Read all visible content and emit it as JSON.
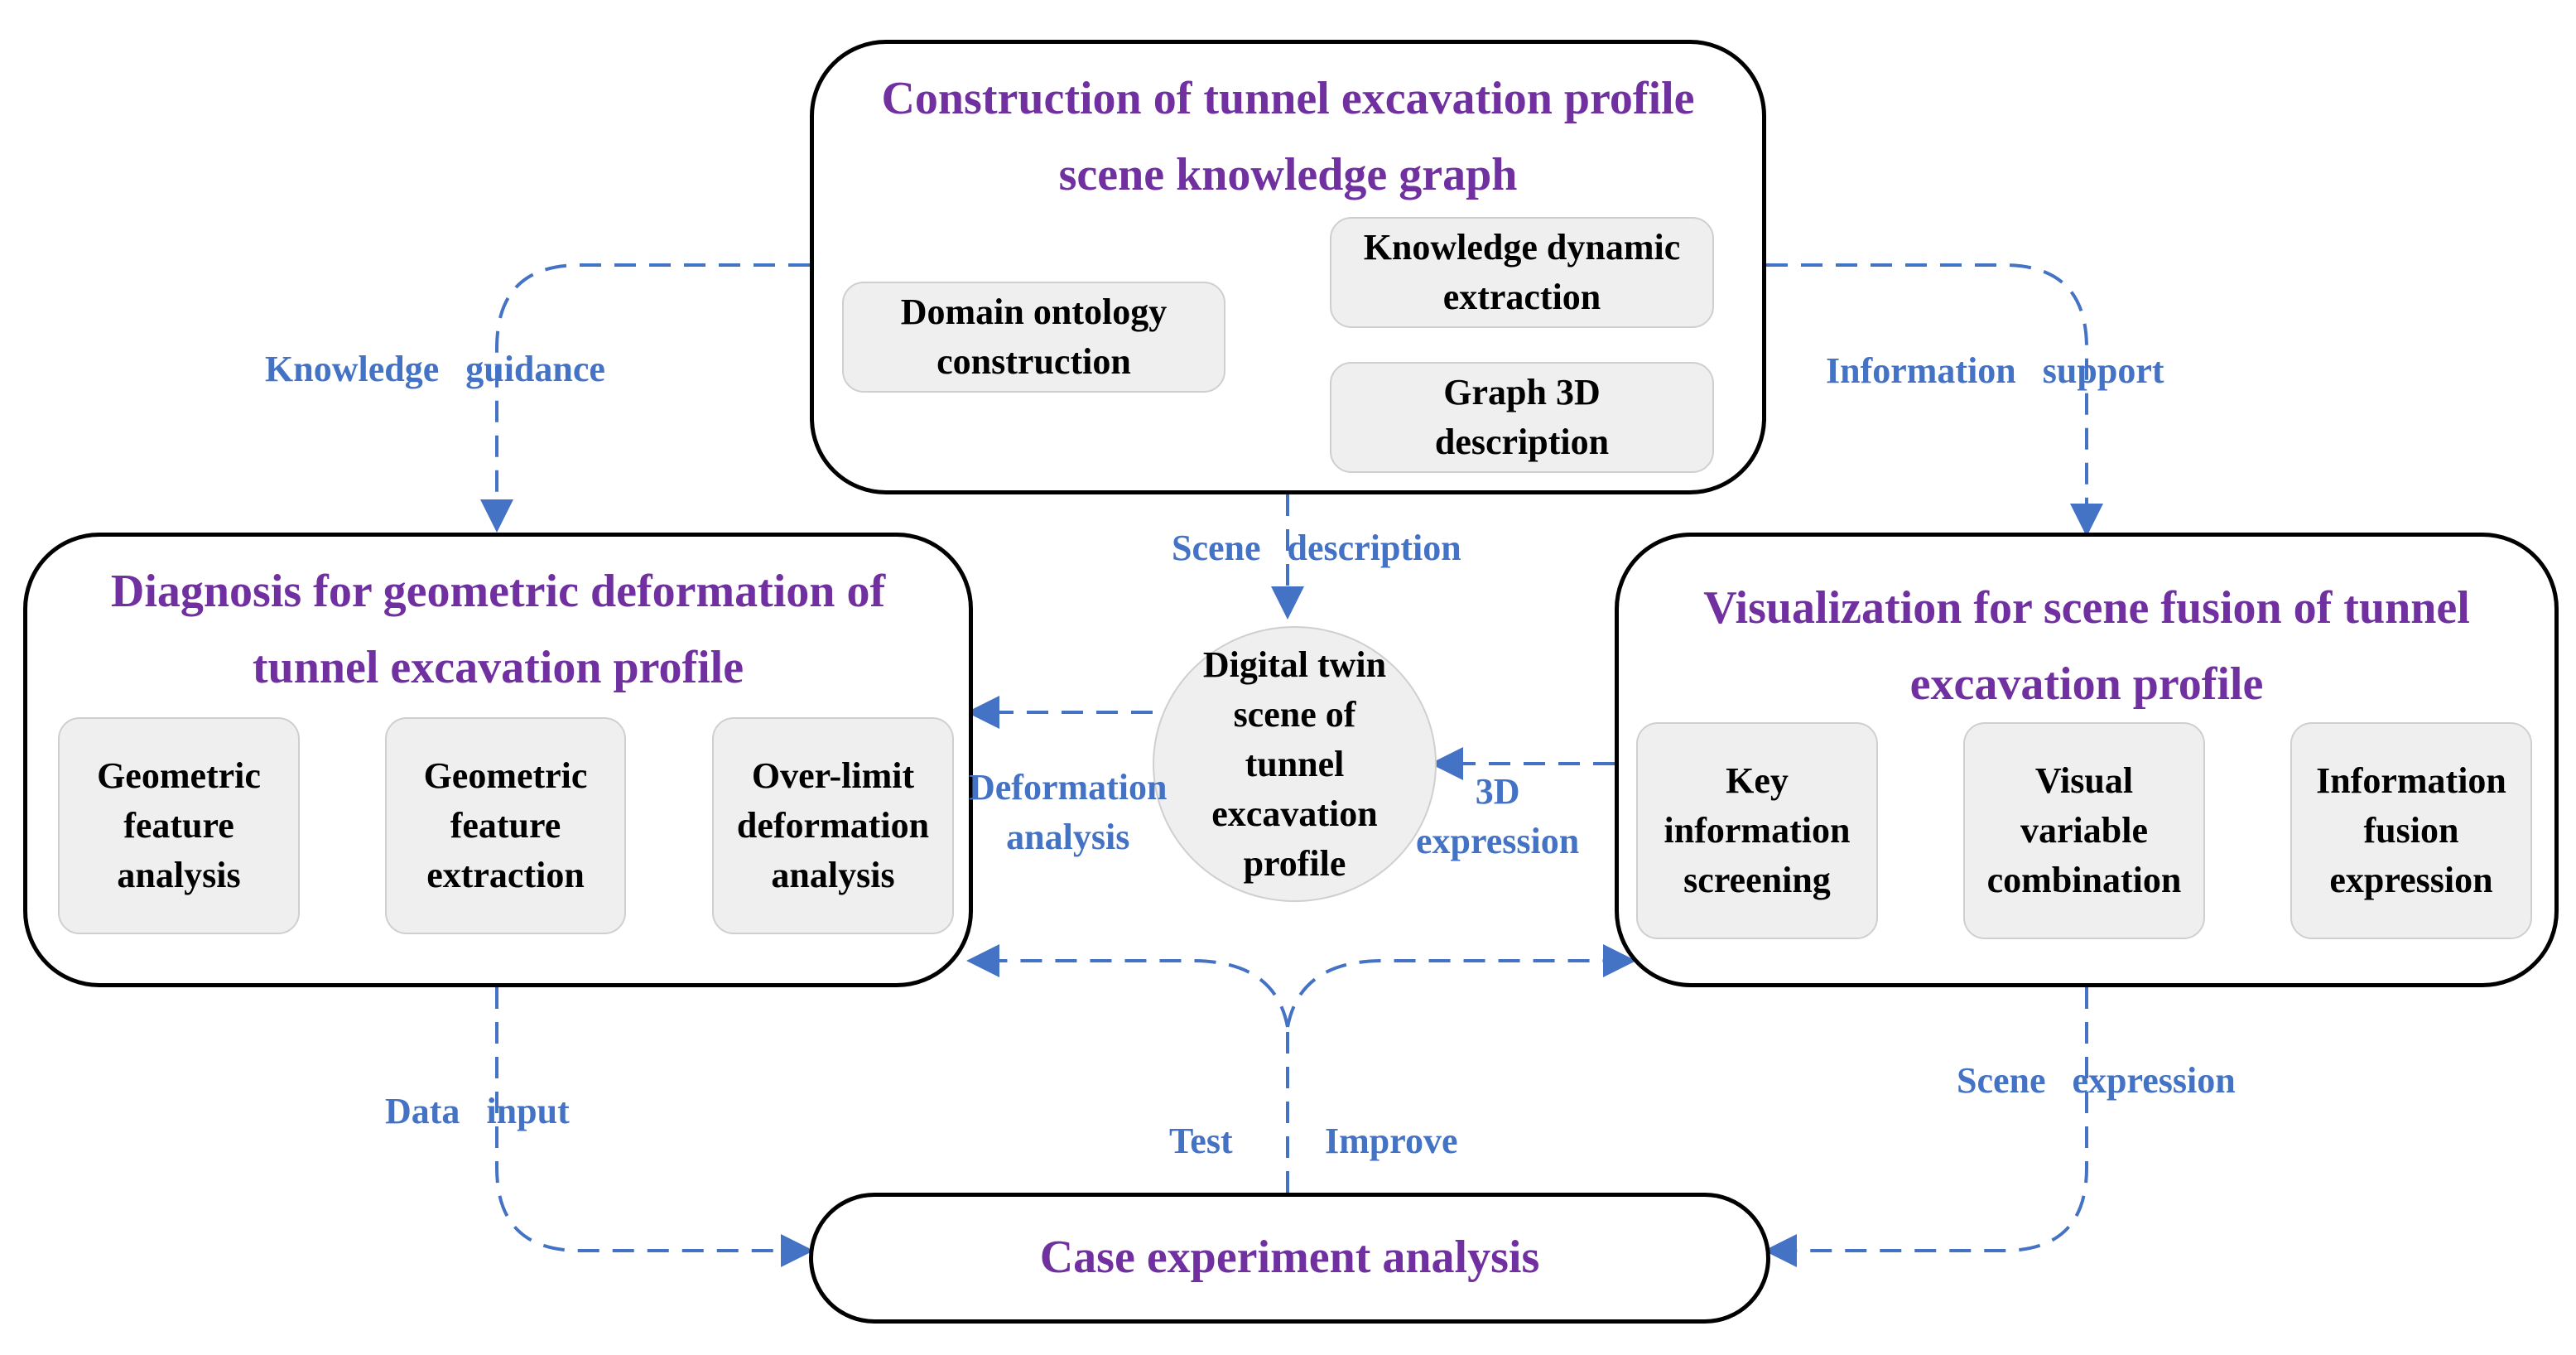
{
  "colors": {
    "connector": "#4472c4",
    "title": "#7030a0",
    "node_fill": "#efefef",
    "border": "#000000"
  },
  "panels": {
    "construction": {
      "title_line1": "Construction of tunnel excavation profile",
      "title_line2": "scene knowledge graph",
      "nodes": {
        "domain_ontology": "Domain ontology\nconstruction",
        "knowledge_extraction": "Knowledge dynamic\nextraction",
        "graph_3d": "Graph 3D\ndescription"
      }
    },
    "diagnosis": {
      "title_line1": "Diagnosis for geometric deformation of",
      "title_line2": "tunnel excavation profile",
      "nodes": {
        "feature_analysis": "Geometric\nfeature\nanalysis",
        "feature_extraction": "Geometric\nfeature\nextraction",
        "overlimit": "Over-limit\ndeformation\nanalysis"
      }
    },
    "visualization": {
      "title_line1": "Visualization for scene fusion of tunnel",
      "title_line2": "excavation profile",
      "nodes": {
        "key_info": "Key\ninformation\nscreening",
        "visual_variable": "Visual\nvariable\ncombination",
        "info_fusion": "Information\nfusion\nexpression"
      }
    },
    "case": {
      "title": "Case experiment analysis"
    }
  },
  "digital_twin": "Digital twin\nscene of\ntunnel\nexcavation\nprofile",
  "edge_labels": {
    "knowledge_guidance": [
      "Knowledge",
      "guidance"
    ],
    "information_support": [
      "Information",
      "support"
    ],
    "scene_description": [
      "Scene",
      "description"
    ],
    "deformation_analysis": "Deformation\nanalysis",
    "expression_3d": "3D\nexpression",
    "data_input": [
      "Data",
      "input"
    ],
    "scene_expression": [
      "Scene",
      "expression"
    ],
    "test": "Test",
    "improve": "Improve"
  }
}
